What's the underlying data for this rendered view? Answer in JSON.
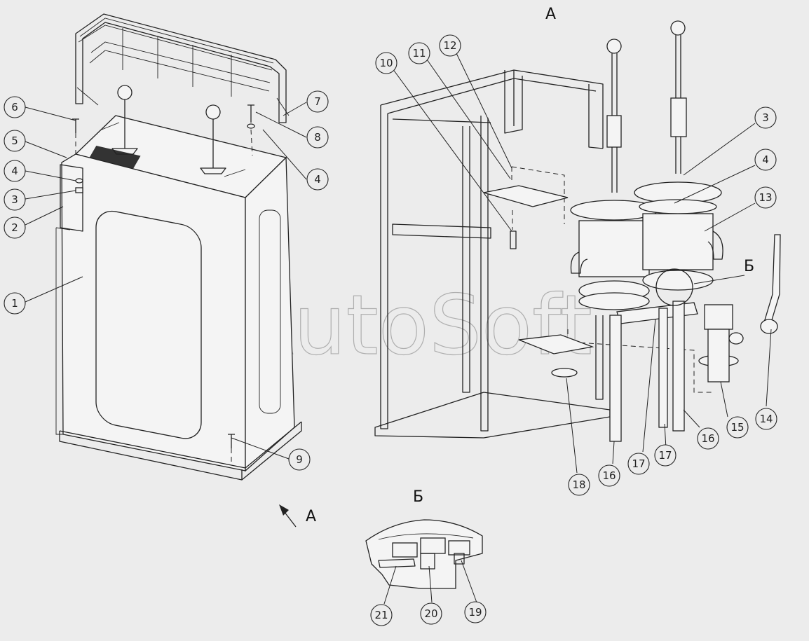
{
  "view_labels": {
    "view_a_title": "A",
    "detail_b_title": "Б",
    "detail_b_ref": "Б",
    "arrow_label": "A"
  },
  "watermark": "AutoSoft",
  "callouts": {
    "c1": "1",
    "c2": "2",
    "c3_left": "3",
    "c4_left_a": "4",
    "c5": "5",
    "c6": "6",
    "c7": "7",
    "c8": "8",
    "c4_left_b": "4",
    "c9": "9",
    "c10": "10",
    "c11": "11",
    "c12": "12",
    "c3_right": "3",
    "c4_right": "4",
    "c13": "13",
    "c14": "14",
    "c15": "15",
    "c16_a": "16",
    "c16_b": "16",
    "c17_a": "17",
    "c17_b": "17",
    "c18": "18",
    "c19": "19",
    "c20": "20",
    "c21": "21"
  },
  "colors": {
    "background": "#ececec",
    "line": "#222222",
    "watermark": "#9a9a9a"
  }
}
